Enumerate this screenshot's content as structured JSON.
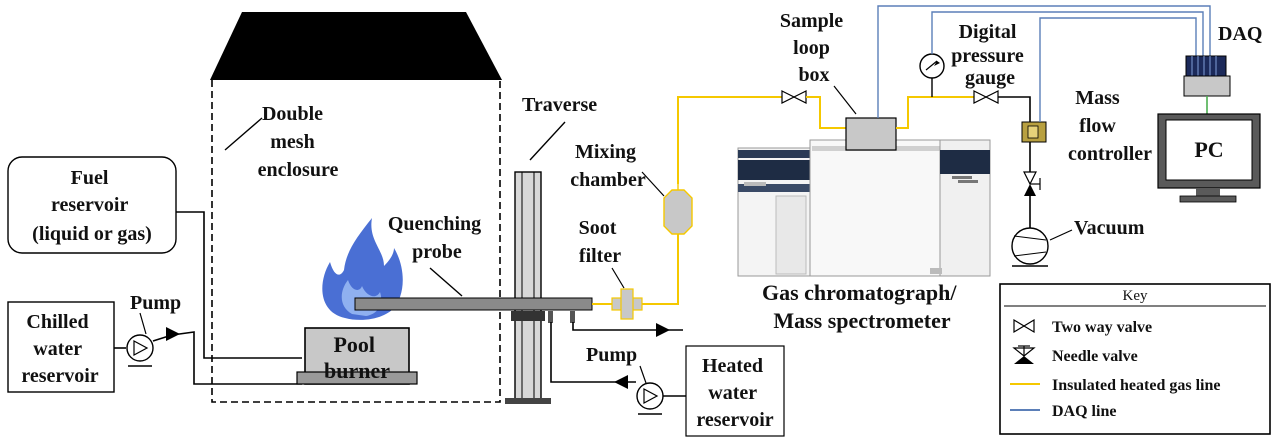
{
  "labels": {
    "double_mesh_enclosure": [
      "Double",
      "mesh",
      "enclosure"
    ],
    "traverse": "Traverse",
    "fuel_reservoir": [
      "Fuel",
      "reservoir",
      "(liquid or gas)"
    ],
    "quenching_probe": [
      "Quenching",
      "probe"
    ],
    "mixing_chamber": [
      "Mixing",
      "chamber"
    ],
    "soot_filter": [
      "Soot",
      "filter"
    ],
    "pump_left": "Pump",
    "pump_right": "Pump",
    "chilled_water_reservoir": [
      "Chilled",
      "water",
      "reservoir"
    ],
    "pool_burner": [
      "Pool",
      "burner"
    ],
    "heated_water_reservoir": [
      "Heated",
      "water",
      "reservoir"
    ],
    "sample_loop_box": [
      "Sample",
      "loop",
      "box"
    ],
    "digital_pressure_gauge": [
      "Digital",
      "pressure",
      "gauge"
    ],
    "daq": "DAQ",
    "mass_flow_controller": [
      "Mass",
      "flow",
      "controller"
    ],
    "pc": "PC",
    "vacuum": "Vacuum",
    "gc_ms": [
      "Gas chromatograph/",
      "Mass spectrometer"
    ]
  },
  "key": {
    "title": "Key",
    "items": [
      {
        "symbol": "two-way-valve-icon",
        "label": "Two way valve"
      },
      {
        "symbol": "needle-valve-icon",
        "label": "Needle valve"
      },
      {
        "symbol": "heated-gas-line-swatch",
        "label": "Insulated heated gas line"
      },
      {
        "symbol": "daq-line-swatch",
        "label": "DAQ line"
      }
    ]
  },
  "colors": {
    "heated_gas_line": "#f5c800",
    "daq_line": "#5b7fb8",
    "flame": "#4a6fd4",
    "probe": "#808080",
    "gc_dark": "#2a3a55"
  }
}
